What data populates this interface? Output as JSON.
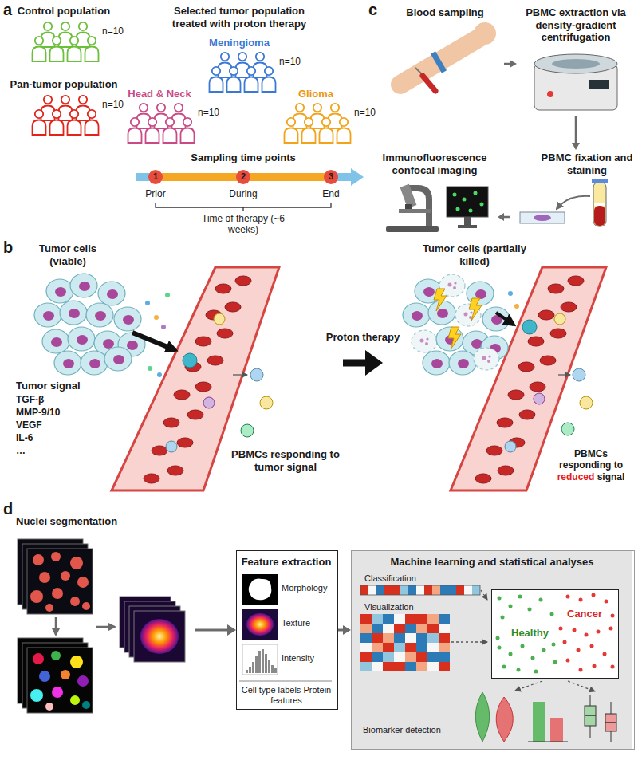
{
  "diagram": {
    "nodes": [
      {
        "text": [
          "Blood sampling"
        ]
      },
      {
        "text": [
          "PBMC extraction via density-gradient centrifugation"
        ]
      },
      {
        "text": [
          "PBMC fixation and staining"
        ]
      },
      {
        "text": [
          "Immunofluorescence confocal imaging"
        ]
      },
      {
        "text": [
          "Tumor cells (viable)",
          "Tumor signal",
          "TGF-β",
          "MMP-9/10",
          "VEGF",
          "IL-6",
          "…",
          "PBMCs responding to tumor signal"
        ]
      },
      {
        "text": [
          "Tumor cells (partially killed)",
          "PBMCs responding to reduced signal"
        ]
      },
      {
        "text": [
          "Nuclei segmentation"
        ]
      },
      {
        "text": [
          "Feature extraction",
          "Morphology",
          "Texture",
          "Intensity",
          "Cell type labels Protein features"
        ]
      },
      {
        "text": [
          "Machine learning and statistical analyses",
          "Classification",
          "Visualization",
          "Biomarker detection"
        ]
      },
      {
        "text": [
          "Healthy",
          "Cancer"
        ],
        "in": 8
      }
    ],
    "edges": [
      {
        "from": 0,
        "to": 1,
        "arrow": "to"
      },
      {
        "from": 1,
        "to": 2,
        "arrow": "to"
      },
      {
        "from": 2,
        "to": 3,
        "arrow": "to"
      },
      {
        "from": 4,
        "to": 5,
        "label": "Proton therapy",
        "arrow": "to"
      },
      {
        "from": 6,
        "to": 7,
        "arrow": "to"
      },
      {
        "from": 7,
        "to": 8,
        "arrow": "to"
      }
    ],
    "labels": [
      "a",
      "Control population",
      "n=10",
      "Pan-tumor population",
      "n=10",
      "Selected tumor population treated with proton therapy",
      "Meningioma",
      "n=10",
      "Head & Neck",
      "n=10",
      "Glioma",
      "n=10",
      "Sampling time points",
      "1",
      "2",
      "3",
      "Prior",
      "During",
      "End",
      "Time of therapy (~6 weeks)",
      "c",
      "b",
      "d"
    ]
  }
}
